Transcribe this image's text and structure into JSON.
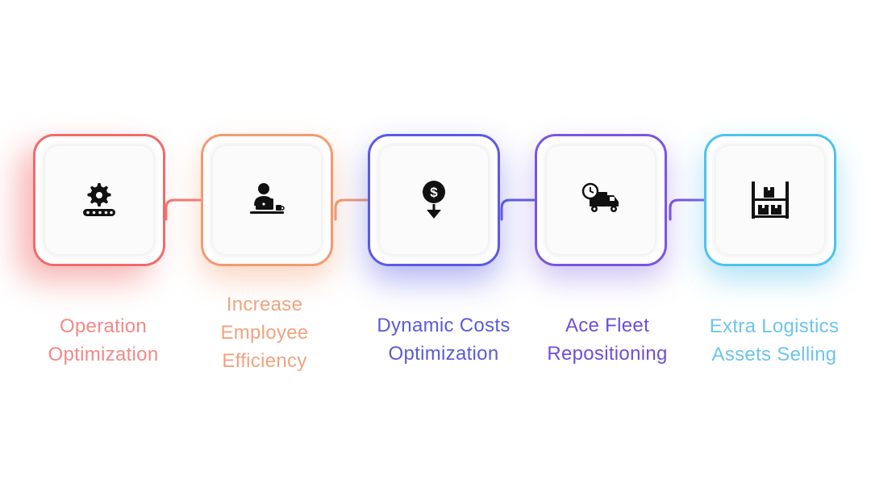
{
  "steps": [
    {
      "id": "operation",
      "lines": [
        "Operation",
        "Optimization"
      ],
      "color": "#f06b6b",
      "text_color": "#f08a86",
      "glow": "rgba(240,90,90,0.55)",
      "icon": "conveyor-gear-icon"
    },
    {
      "id": "employee",
      "lines": [
        "Increase",
        "Employee",
        "Efficiency"
      ],
      "color": "#f39a6f",
      "text_color": "#f0a37f",
      "glow": "rgba(243,150,110,0.55)",
      "icon": "employee-laptop-icon"
    },
    {
      "id": "dynamic",
      "lines": [
        "Dynamic Costs",
        "Optimization"
      ],
      "color": "#5a5ae6",
      "text_color": "#5b5ad8",
      "glow": "rgba(90,90,230,0.55)",
      "icon": "dollar-down-icon"
    },
    {
      "id": "fleet",
      "lines": [
        "Ace Fleet",
        "Repositioning"
      ],
      "color": "#7a55e0",
      "text_color": "#6e4fd8",
      "glow": "rgba(120,85,220,0.5)",
      "icon": "delivery-truck-clock-icon"
    },
    {
      "id": "extra",
      "lines": [
        "Extra Logistics",
        "Assets Selling"
      ],
      "color": "#4ec3ec",
      "text_color": "#6ec4ea",
      "glow": "rgba(80,190,235,0.55)",
      "icon": "warehouse-shelf-icon"
    }
  ]
}
